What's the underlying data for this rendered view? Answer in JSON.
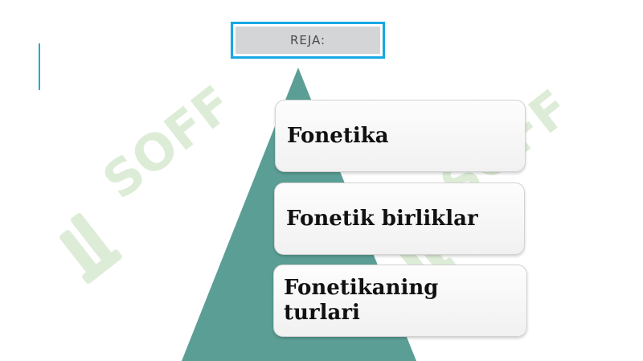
{
  "slide": {
    "title": "REJA:",
    "items": [
      {
        "label": "Fonetika"
      },
      {
        "label": "Fonetik birliklar"
      },
      {
        "label": "Fonetikaning turlari"
      }
    ]
  },
  "watermark": {
    "text": "SOFF"
  },
  "colors": {
    "pyramid": "#5b9e95",
    "title_border": "#17a8e3",
    "title_fill": "#d3d5d7",
    "watermark": "#d7e9d0",
    "card_border": "#d2d2d2"
  }
}
